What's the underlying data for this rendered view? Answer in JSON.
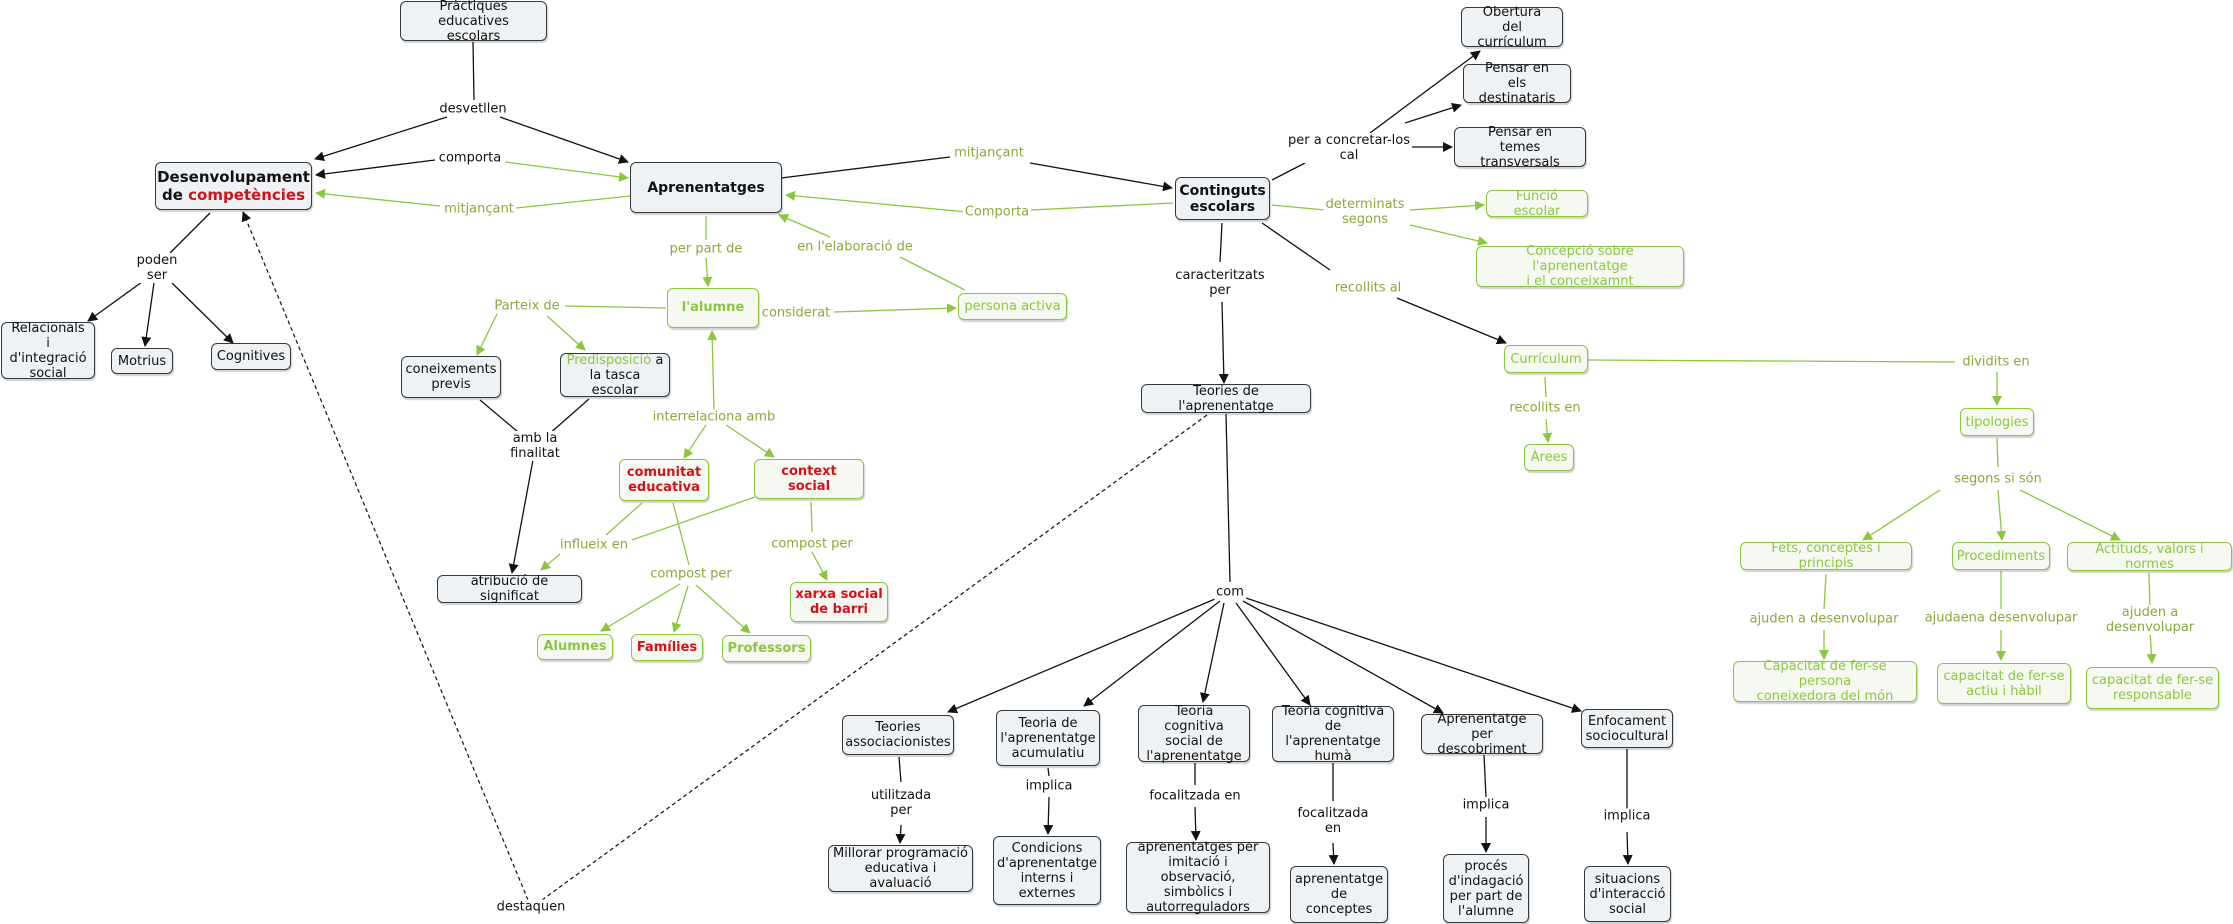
{
  "nodes": {
    "practiques": "Pràctiques educatives\nescolars",
    "desenvolupament_pre": "Desenvolupament\nde ",
    "desenvolupament_red": "competències",
    "aprenentatges": "Aprenentatges",
    "continguts": "Continguts\nescolars",
    "obertura": "Obertura\ndel currículum",
    "pensar_dest": "Pensar en\nels destinataris",
    "pensar_temes": "Pensar en\ntemes transversals",
    "funcio": "Funció escolar",
    "concepcio": "Concepció sobre l'aprenentatge\ni el conceixamnt",
    "relacionals": "Relacionals\ni d'integració\nsocial",
    "motrius": "Motrius",
    "cognitives": "Cognitives",
    "alumne": "l'alumne",
    "persona_activa": "persona activa",
    "coneixements": "coneixements\nprevis",
    "predisposicio_green": "Predisposició",
    "predisposicio_rest": " a\nla tasca escolar",
    "comunitat": "comunitat\neducativa",
    "context_social": "context social",
    "atribucio": "atribució de significat",
    "xarxa": "xarxa social\nde barri",
    "alumnes": "Alumnes",
    "families": "Famílies",
    "professors": "Professors",
    "teories": "Teories de l'aprenentatge",
    "curriculum": "Currículum",
    "arees": "Àrees",
    "tipologies": "tipologies",
    "fets": "Fets, conceptes i principis",
    "procediments": "Procediments",
    "actituds": "Actituds, valors i normes",
    "capacitat1": "Capacitat de fer-se persona\nconeixedora del món",
    "capacitat2": "capacitat de fer-se\nactiu i hàbil",
    "capacitat3": "capacitat de fer-se\nresponsable",
    "teories_assoc": "Teories\nassociacionistes",
    "teoria_acum": "Teoria de\nl'aprenentatge\nacumulatiu",
    "teoria_cog_social": "Teoria cognitiva\nsocial de\nl'aprenentatge",
    "teoria_cog_huma": "Teoria cognitiva\nde l'aprenentatge\nhumà",
    "aprenentatge_desc": "Aprenentatge per\ndescobriment",
    "enfocament": "Enfocament\nsociocultural",
    "millorar": "Millorar programació\neducativa i avaluació",
    "condicions": "Condicions\nd'aprenentatge\ninterns i\nexternes",
    "aprenentatges_imit": "aprenentatges per\nimitació i observació,\nsimbòlics i\nautorreguladors",
    "aprenentatge_conc": "aprenentatge\nde\nconceptes",
    "proces": "procés\nd'indagació\nper part de\nl'alumne",
    "situacions": "situacions\nd'interacció\nsocial"
  },
  "labels": {
    "desvetllen": "desvetllen",
    "comporta": "comporta",
    "mitjancant1": "mitjançant",
    "mitjancant2": "mitjançant",
    "comporta2": "Comporta",
    "per_a_concretar": "per a concretar-los\ncal",
    "determinats": "determinats\nsegons",
    "recollits_al": "recollits al",
    "caracteritzats": "caracteritzats\nper",
    "poden_ser": "poden\nser",
    "per_part_de": "per part de",
    "en_lelaboracio": "en l'elaboració de",
    "considerat": "considerat",
    "parteix_de": "Parteix de",
    "interrelaciona": "interrelaciona amb",
    "amb_la_finalitat": "amb la\nfinalitat",
    "influeix_en": "influeix en",
    "compost_per1": "compost per",
    "compost_per2": "compost per",
    "recollits_en": "recollits en",
    "dividits_en": "dividits en",
    "segons_si_son": "segons si són",
    "ajuden1": "ajuden a desenvolupar",
    "ajudaena": "ajudaena desenvolupar",
    "ajuden3": "ajuden a desenvolupar",
    "com": "com",
    "utilitzada": "utilitzada\nper",
    "implica1": "implica",
    "focalitzada1": "focalitzada en",
    "focalitzada2": "focalitzada\nen",
    "implica2": "implica",
    "implica3": "implica",
    "destaquen": "destaquen"
  },
  "colors": {
    "black": "#111111",
    "green": "#8cc63f",
    "red": "#d4101a"
  }
}
